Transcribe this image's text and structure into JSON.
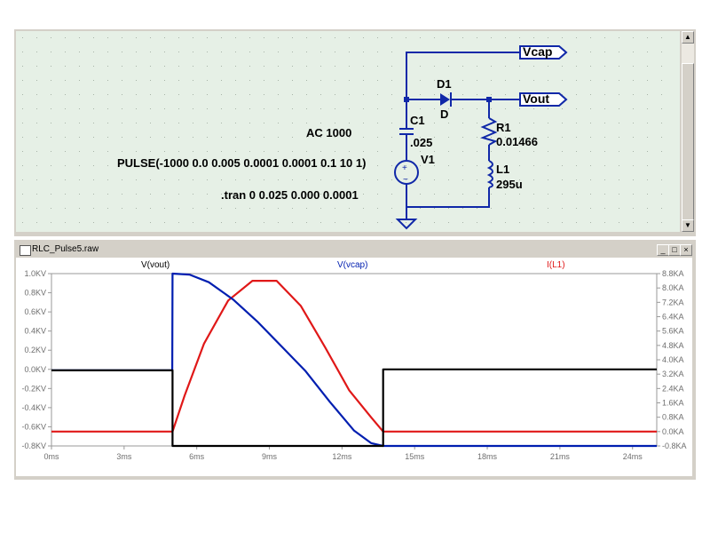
{
  "schematic": {
    "net_labels": {
      "vcap": "Vcap",
      "vout": "Vout"
    },
    "components": {
      "d1_name": "D1",
      "d1_model": "D",
      "c1_name": "C1",
      "c1_value": ".025",
      "r1_name": "R1",
      "r1_value": "0.01466",
      "l1_name": "L1",
      "l1_value": "295u",
      "v1_name": "V1"
    },
    "directives": {
      "ac": "AC 1000",
      "pulse": "PULSE(-1000 0.0 0.005 0.0001 0.0001 0.1 10 1)",
      "tran": ".tran 0 0.025 0.000 0.0001"
    }
  },
  "waveform_window": {
    "title": "RLC_Pulse5.raw",
    "buttons": {
      "minimize": "_",
      "maximize": "□",
      "close": "×"
    }
  },
  "colors": {
    "vout": "#000000",
    "vcap": "#001eb0",
    "il1": "#e01818",
    "wire": "#1028a8"
  },
  "chart_data": {
    "type": "line",
    "x_unit": "ms",
    "xlim": [
      0,
      25
    ],
    "x_ticks": [
      "0ms",
      "3ms",
      "6ms",
      "9ms",
      "12ms",
      "15ms",
      "18ms",
      "21ms",
      "24ms"
    ],
    "y_left_ticks": [
      "1.0KV",
      "0.8KV",
      "0.6KV",
      "0.4KV",
      "0.2KV",
      "0.0KV",
      "-0.2KV",
      "-0.4KV",
      "-0.6KV",
      "-0.8KV"
    ],
    "y_left_lim": [
      -0.8,
      1.0
    ],
    "y_right_ticks": [
      "8.8KA",
      "8.0KA",
      "7.2KA",
      "6.4KA",
      "5.6KA",
      "4.8KA",
      "4.0KA",
      "3.2KA",
      "2.4KA",
      "1.6KA",
      "0.8KA",
      "0.0KA",
      "-0.8KA"
    ],
    "y_right_lim": [
      -0.8,
      8.8
    ],
    "series": [
      {
        "name": "V(vout)",
        "axis": "left",
        "color": "#000000",
        "x": [
          0,
          5,
          5,
          13.7,
          13.7,
          25
        ],
        "y": [
          -0.01,
          -0.01,
          -0.8,
          -0.8,
          0.0,
          0.0
        ]
      },
      {
        "name": "V(vcap)",
        "axis": "left",
        "color": "#001eb0",
        "x": [
          0,
          4.99,
          5,
          5.7,
          6.5,
          7.5,
          8.5,
          9.5,
          10.5,
          11.5,
          12.5,
          13.2,
          13.7,
          25
        ],
        "y": [
          -0.01,
          -0.01,
          1.0,
          0.99,
          0.91,
          0.73,
          0.5,
          0.24,
          -0.02,
          -0.34,
          -0.64,
          -0.77,
          -0.8,
          -0.8
        ]
      },
      {
        "name": "I(L1)",
        "axis": "right",
        "color": "#e01818",
        "x": [
          0,
          5,
          5.5,
          6.3,
          7.3,
          8.3,
          9.3,
          10.3,
          11.3,
          12.3,
          13.2,
          13.7,
          25
        ],
        "y": [
          0.0,
          0.0,
          2.0,
          4.9,
          7.3,
          8.4,
          8.4,
          7.0,
          4.7,
          2.3,
          0.8,
          0.0,
          0.0
        ]
      }
    ]
  }
}
